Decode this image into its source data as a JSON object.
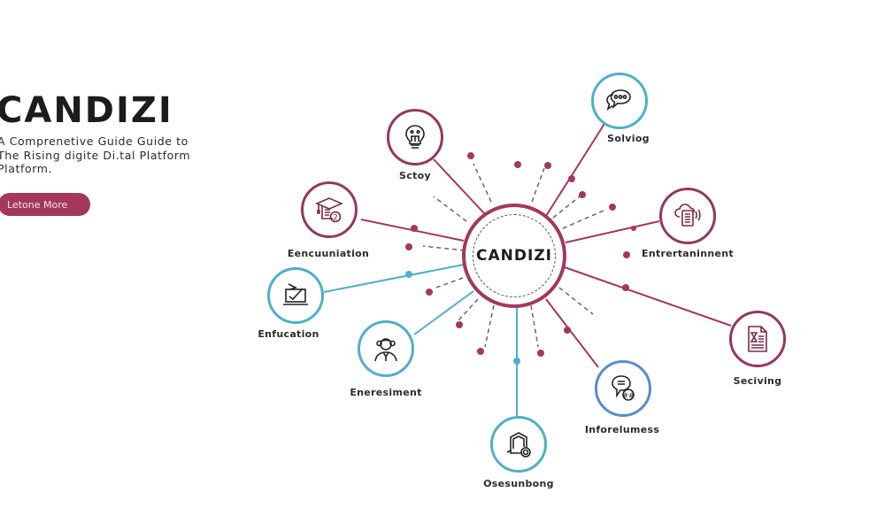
{
  "hero": {
    "title": "CANDIZI",
    "subtitle": "A Comprenetive Guide Guide to The Rising digite Di.tal Platform Platform.",
    "button_label": "Letone More"
  },
  "diagram": {
    "hub_label": "CANDIZI",
    "colors": {
      "maroon": "#a3385c",
      "teal": "#4fb0c6",
      "blue": "#5a8ccc"
    },
    "nodes": [
      {
        "label": "Sctoy",
        "icon": "lightbulb-icon"
      },
      {
        "label": "Solviog",
        "icon": "chat-bubbles-icon"
      },
      {
        "label": "Entrertaninnent",
        "icon": "cloud-document-icon"
      },
      {
        "label": "Eencuuniation",
        "icon": "graduation-cap-icon"
      },
      {
        "label": "Enfucation",
        "icon": "laptop-checkmark-icon"
      },
      {
        "label": "Eneresiment",
        "icon": "person-icon"
      },
      {
        "label": "Osesunbong",
        "icon": "building-icon"
      },
      {
        "label": "Inforelumess",
        "icon": "speech-bubble-icon"
      },
      {
        "label": "Seciving",
        "icon": "document-hourglass-icon"
      }
    ]
  }
}
